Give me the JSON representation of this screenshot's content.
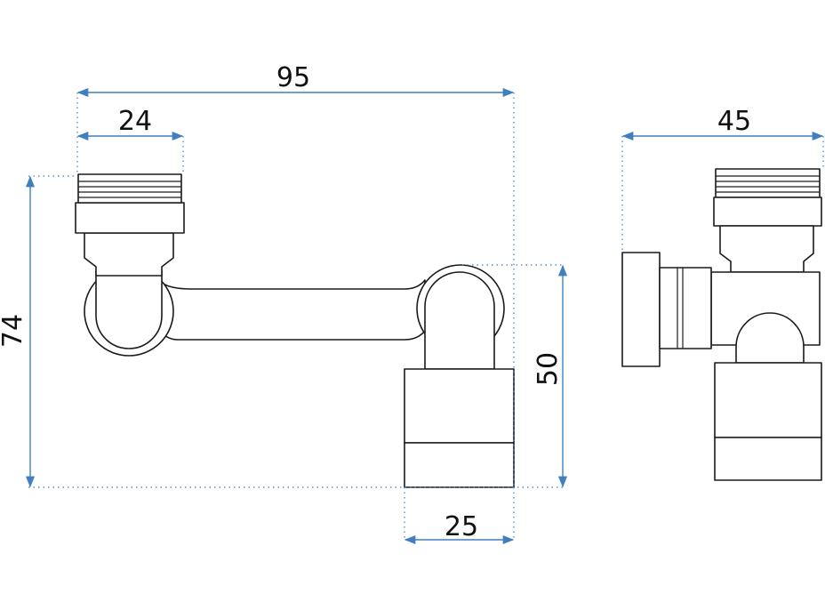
{
  "dimensions": {
    "overall_width": "95",
    "thread_width": "24",
    "overall_height": "74",
    "body_height": "50",
    "base_width": "25",
    "side_width": "45"
  },
  "colors": {
    "dimension_line": "#3f7fc0",
    "outline": "#1a1a1a",
    "background": "#ffffff"
  }
}
